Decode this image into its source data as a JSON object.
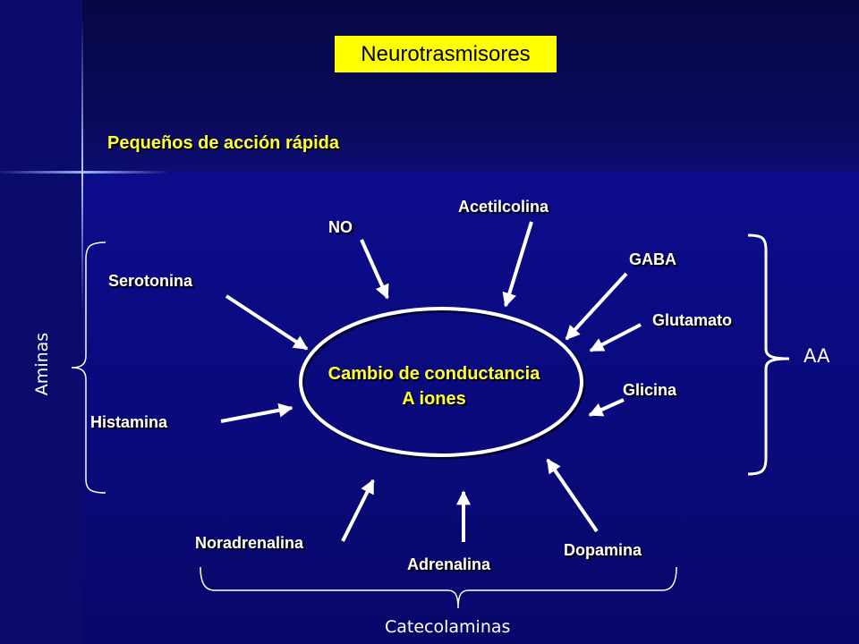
{
  "title": "Neurotrasmisores",
  "subtitle": "Pequeños de acción rápida",
  "center": {
    "line1": "Cambio de conductancia",
    "line2": "A iones"
  },
  "nodes": {
    "no": "NO",
    "acetilcolina": "Acetilcolina",
    "gaba": "GABA",
    "glutamato": "Glutamato",
    "glicina": "Glicina",
    "serotonina": "Serotonina",
    "histamina": "Histamina",
    "noradrenalina": "Noradrenalina",
    "adrenalina": "Adrenalina",
    "dopamina": "Dopamina"
  },
  "groups": {
    "aminas": "Aminas",
    "aa": "AA",
    "catecolaminas": "Catecolaminas"
  },
  "colors": {
    "title_bg": "#ffff00",
    "label_text": "#ffffff",
    "highlight_text": "#ffff33",
    "arrows": "#ffffff"
  }
}
